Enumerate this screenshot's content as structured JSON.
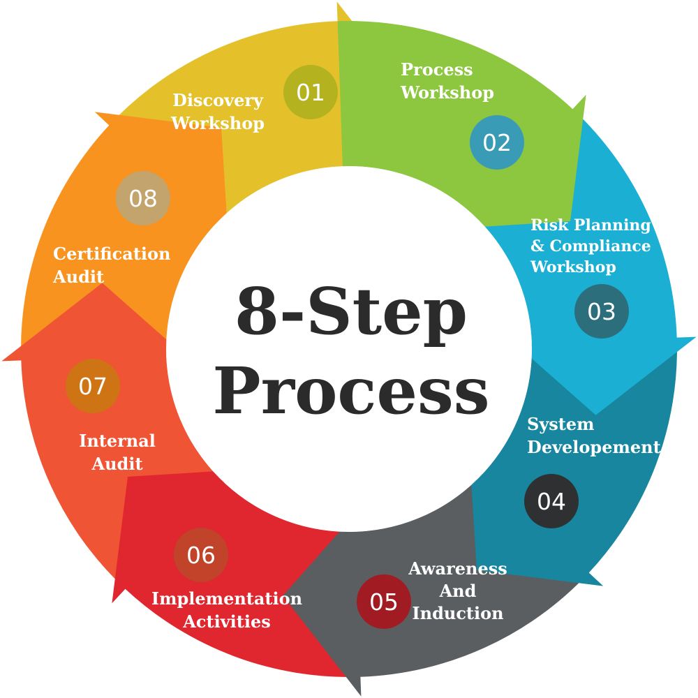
{
  "center": {
    "line1": "8-Step",
    "line2": "Process"
  },
  "steps": [
    {
      "number": "01",
      "label": [
        "Discovery",
        "Workshop"
      ],
      "color": "#8dc63f",
      "badge": "#b5b21f"
    },
    {
      "number": "02",
      "label": [
        "Process",
        "Workshop"
      ],
      "color": "#1aafd3",
      "badge": "#3a9bb7"
    },
    {
      "number": "03",
      "label": [
        "Risk Planning",
        "& Compliance",
        "Workshop"
      ],
      "color": "#17869e",
      "badge": "#2c6e7c"
    },
    {
      "number": "04",
      "label": [
        "System",
        "Developement"
      ],
      "color": "#5b5e60",
      "badge": "#2e3032"
    },
    {
      "number": "05",
      "label": [
        "Awareness",
        "And",
        "Induction"
      ],
      "color": "#e0262e",
      "badge": "#a11c22"
    },
    {
      "number": "06",
      "label": [
        "Implementation",
        "Activities"
      ],
      "color": "#ef5435",
      "badge": "#c0432a"
    },
    {
      "number": "07",
      "label": [
        "Internal",
        "Audit"
      ],
      "color": "#f7931e",
      "badge": "#cf7415"
    },
    {
      "number": "08",
      "label": [
        "Certification",
        "Audit"
      ],
      "color": "#e4c12b",
      "badge": "#c2a46c"
    }
  ]
}
